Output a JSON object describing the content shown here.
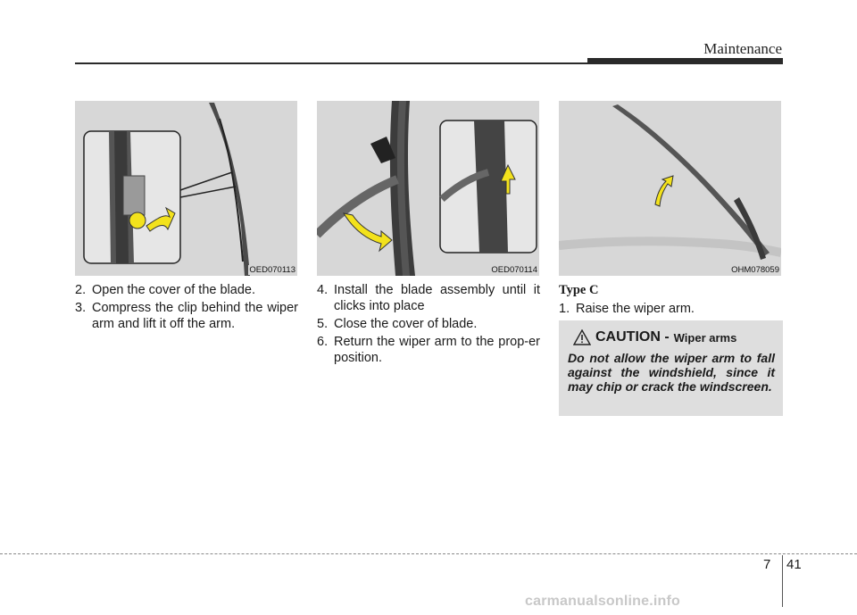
{
  "header": {
    "title": "Maintenance"
  },
  "figures": [
    {
      "code": "OED070113"
    },
    {
      "code": "OED070114"
    },
    {
      "code": "OHM078059"
    }
  ],
  "col1": {
    "steps": [
      {
        "num": "2.",
        "text": "Open the cover of the blade."
      },
      {
        "num": "3.",
        "text": "Compress the clip behind the wiper arm and lift it off the arm."
      }
    ]
  },
  "col2": {
    "steps": [
      {
        "num": "4.",
        "text": "Install the blade assembly until it clicks into place"
      },
      {
        "num": "5.",
        "text": "Close the cover of blade."
      },
      {
        "num": "6.",
        "text": "Return the wiper arm to the prop-er position."
      }
    ]
  },
  "col3": {
    "type_label": "Type C",
    "steps": [
      {
        "num": "1.",
        "text": "Raise the wiper arm."
      }
    ]
  },
  "caution": {
    "title": "CAUTION -",
    "subtitle": "Wiper arms",
    "body": "Do not allow the wiper arm to fall against the windshield, since it may chip or crack the windscreen."
  },
  "footer": {
    "chapter": "7",
    "page": "41"
  },
  "watermark": "carmanualsonline.info",
  "colors": {
    "figure_bg": "#d7d7d7",
    "caution_bg": "#dedede",
    "arrow_yellow": "#f3e21c"
  }
}
